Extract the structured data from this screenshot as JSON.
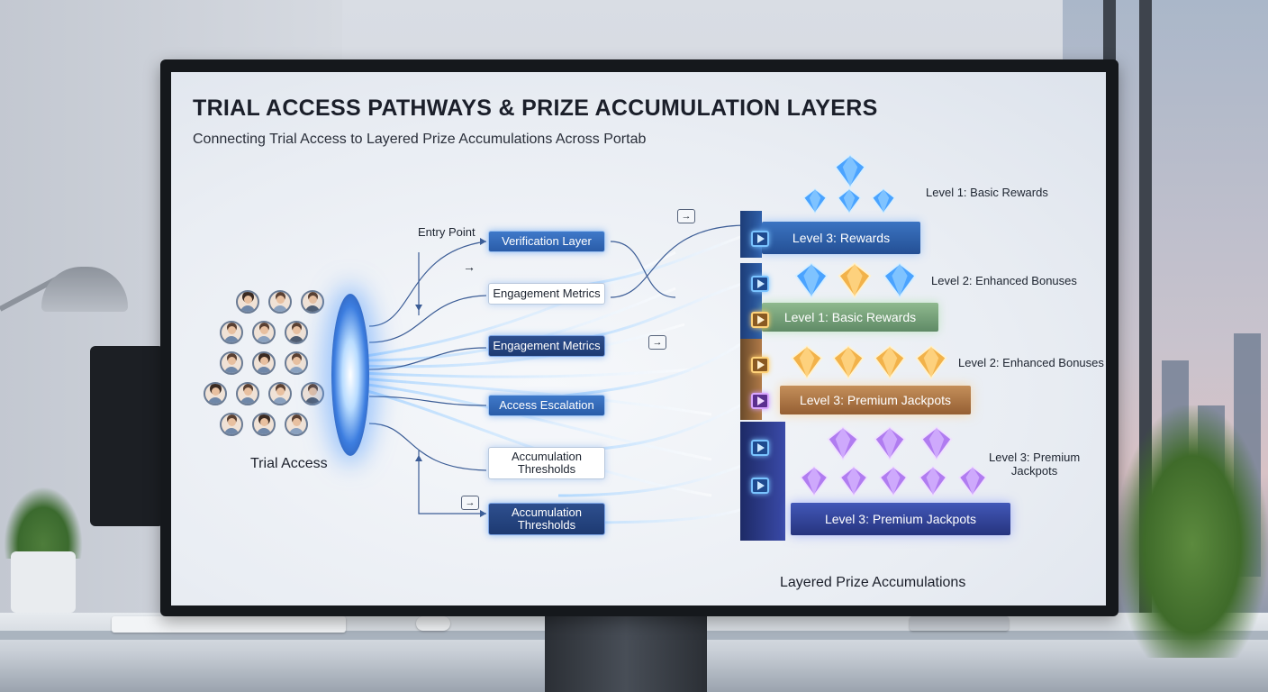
{
  "diagram": {
    "title": "TRIAL ACCESS PATHWAYS & PRIZE ACCUMULATION LAYERS",
    "subtitle": "Connecting Trial Access to Layered Prize Accumulations Across Portab",
    "trial_access_label": "Trial Access",
    "entry_point_label": "Entry Point",
    "nodes": [
      {
        "label": "Verification Layer",
        "style": "blue"
      },
      {
        "label": "Engagement Metrics",
        "style": "white"
      },
      {
        "label": "Engagement Metrics",
        "style": "navy"
      },
      {
        "label": "Access Escalation",
        "style": "blue"
      },
      {
        "label": "Accumulation",
        "label2": "Thresholds",
        "style": "white"
      },
      {
        "label": "Accumulation",
        "label2": "Thresholds",
        "style": "navy"
      }
    ],
    "arrow_glyph": "→",
    "tiers": [
      {
        "label": "Level 3: Rewards",
        "color": "#2f5fa8"
      },
      {
        "label": "Level 1: Basic Rewards",
        "color": "#6f9a74"
      },
      {
        "label": "Level 3: Premium Jackpots",
        "color": "#b07a48"
      },
      {
        "label": "Level 3: Premium Jackpots",
        "color": "#3a4aa8"
      }
    ],
    "side_labels": [
      {
        "text": "Level 1: Basic Rewards"
      },
      {
        "text": "Level 2: Enhanced Bonuses"
      },
      {
        "text": "Level 2: Enhanced Bonuses"
      },
      {
        "text": "Level 3: Premium",
        "text2": "Jackpots"
      }
    ],
    "footer_label": "Layered Prize Accumulations",
    "colors": {
      "accent_blue": "#3f79c9",
      "navy": "#1d3a72",
      "gold_gem": "#f2b24a",
      "blue_gem": "#4aa3ff",
      "violet_gem": "#b07cf0"
    }
  }
}
